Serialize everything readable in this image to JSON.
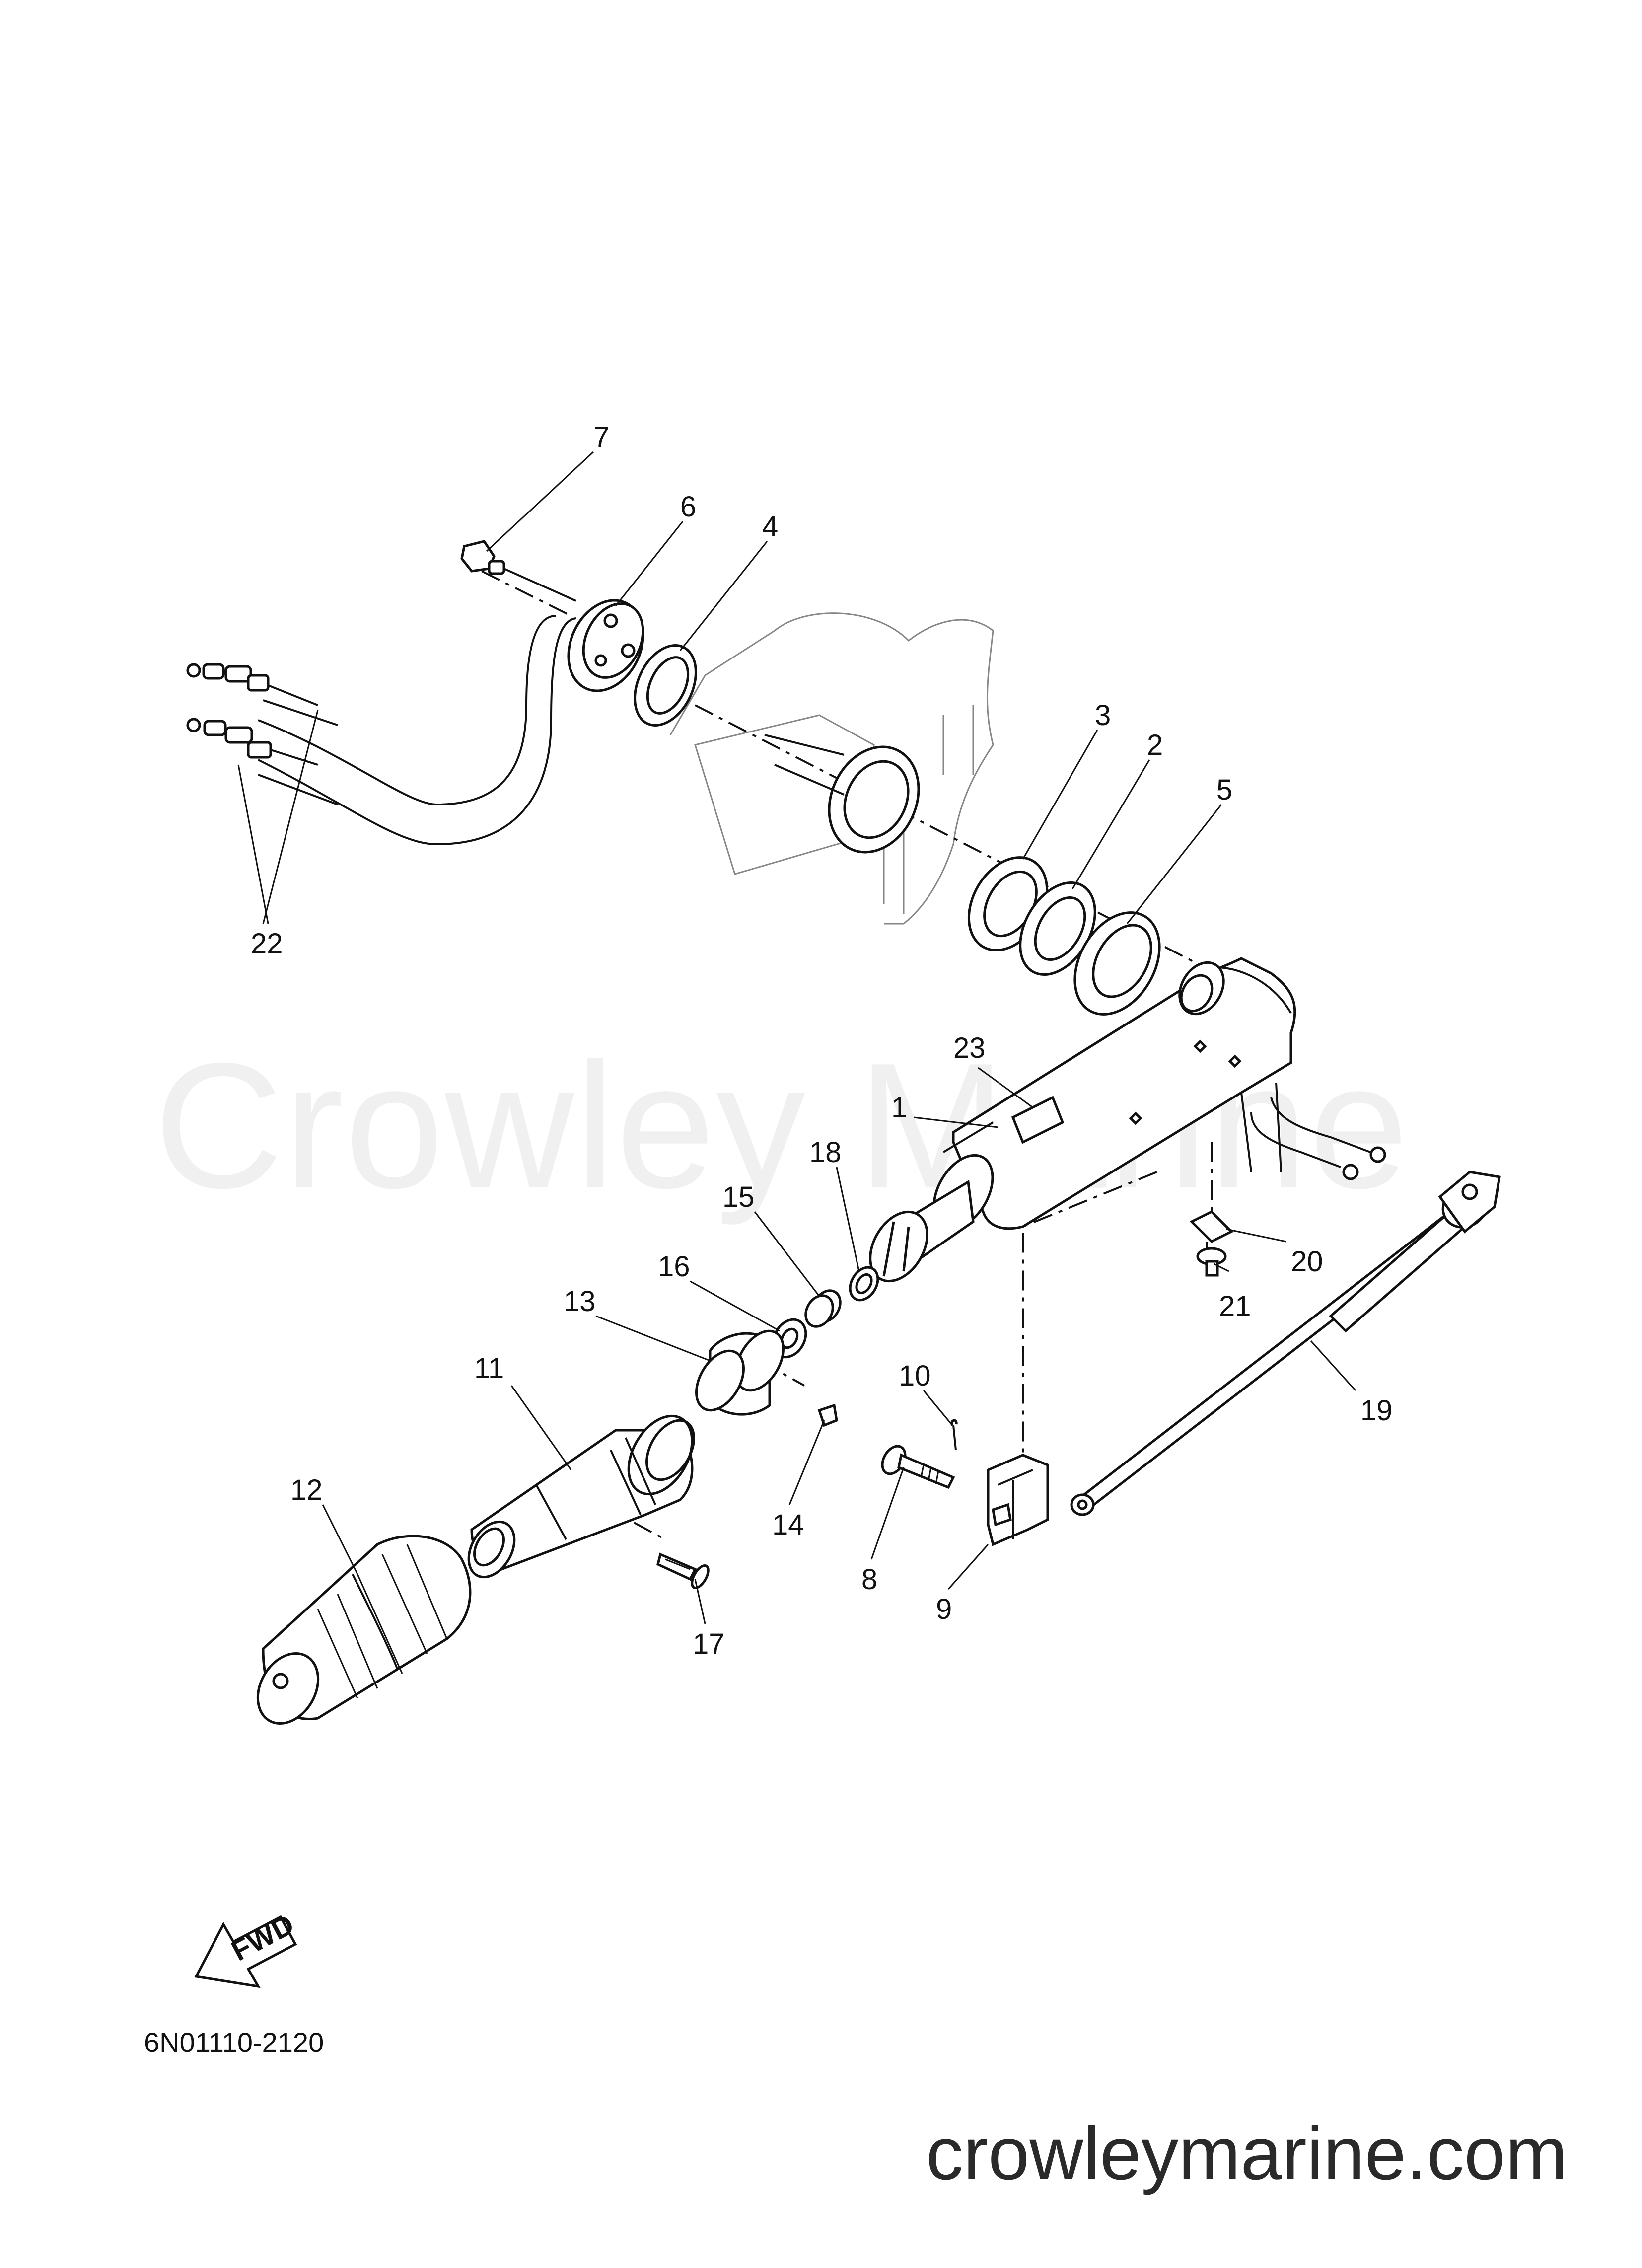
{
  "watermark": "Crowley Marine",
  "diagram_code": "6N01110-2120",
  "site": "crowleymarine.com",
  "fwd_label": "FWD",
  "callouts": [
    "1",
    "2",
    "3",
    "4",
    "5",
    "6",
    "7",
    "8",
    "9",
    "10",
    "11",
    "12",
    "13",
    "14",
    "15",
    "16",
    "17",
    "18",
    "19",
    "20",
    "21",
    "22",
    "23"
  ]
}
